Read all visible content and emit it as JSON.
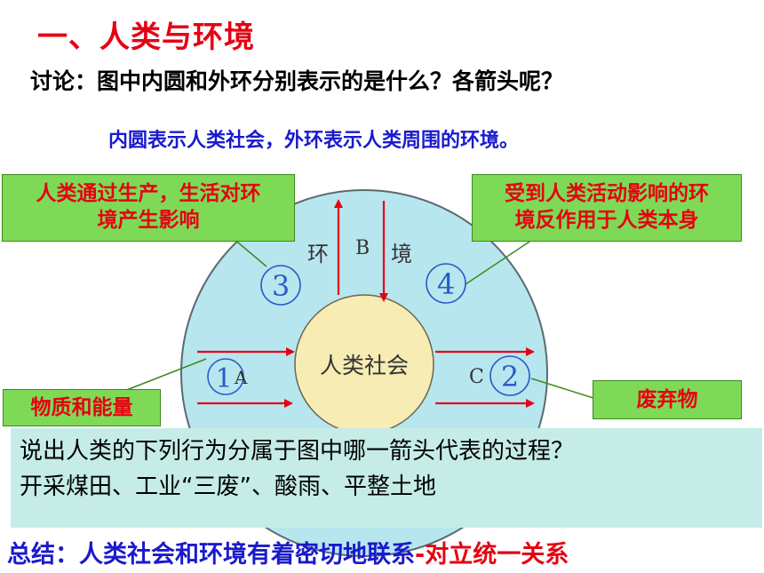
{
  "title": "一、人类与环境",
  "question": "讨论：图中内圆和外环分别表示的是什么？各箭头呢？",
  "answer": "内圆表示人类社会，外环表示人类周围的环境。",
  "diagram": {
    "inner_label": "人类社会",
    "outer_left_char": "环",
    "outer_right_char": "境",
    "arrow_letters": {
      "a": "A",
      "b": "B",
      "c": "C"
    },
    "circled_numbers": [
      "①",
      "②",
      "③",
      "④"
    ],
    "colors": {
      "outer_ring": "#b7e6ee",
      "inner_circle": "#f6ecb4",
      "arrow": "#e60012",
      "number": "#2a5cc8"
    }
  },
  "callouts": {
    "top_left": [
      "人类通过生产，生活对环",
      "境产生影响"
    ],
    "top_right": [
      "受到人类活动影响的环",
      "境反作用于人类本身"
    ],
    "bottom_left": "物质和能量",
    "bottom_right": "废弃物"
  },
  "panel": {
    "line1": "说出人类的下列行为分属于图中哪一箭头代表的过程？",
    "line2": "开采煤田、工业“三废”、酸雨、平整土地"
  },
  "summary": {
    "prefix": "总结：人类社会和环境有着密切地联系",
    "dash": "-",
    "suffix": "对立统一关系"
  }
}
